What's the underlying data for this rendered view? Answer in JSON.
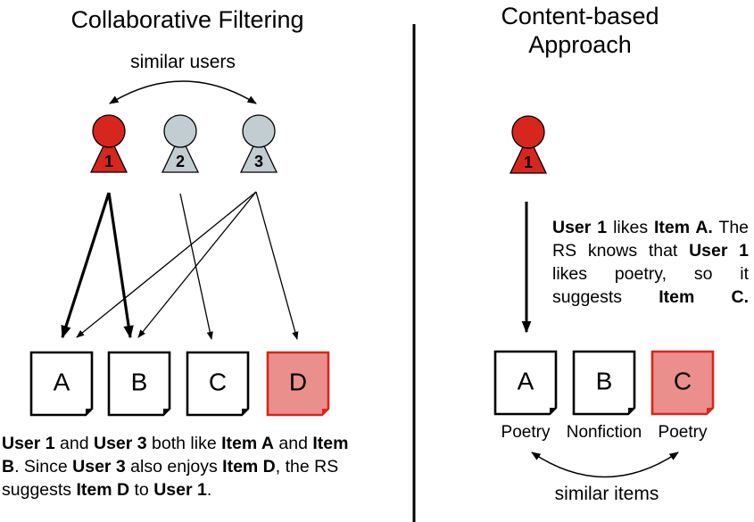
{
  "colors": {
    "highlight_fill": "#D7261E",
    "neutral_fill": "#C2CDD2",
    "recommended_item_fill": "#EB8F8C",
    "recommended_item_border": "#D7261E",
    "line": "#000000"
  },
  "collaborative": {
    "title": "Collaborative Filtering",
    "similarity_label": "similar users",
    "users": [
      {
        "id": "1",
        "label": "1",
        "highlighted": true
      },
      {
        "id": "2",
        "label": "2",
        "highlighted": false
      },
      {
        "id": "3",
        "label": "3",
        "highlighted": false
      }
    ],
    "items": [
      {
        "id": "A",
        "label": "A",
        "recommended": false
      },
      {
        "id": "B",
        "label": "B",
        "recommended": false
      },
      {
        "id": "C",
        "label": "C",
        "recommended": false
      },
      {
        "id": "D",
        "label": "D",
        "recommended": true
      }
    ],
    "links": [
      {
        "from": "1",
        "to": "A",
        "bold": true
      },
      {
        "from": "1",
        "to": "B",
        "bold": true
      },
      {
        "from": "2",
        "to": "C",
        "bold": false
      },
      {
        "from": "3",
        "to": "A",
        "bold": false
      },
      {
        "from": "3",
        "to": "B",
        "bold": false
      },
      {
        "from": "3",
        "to": "D",
        "bold": false
      }
    ],
    "description": [
      {
        "t": "User 1",
        "b": true
      },
      {
        "t": " and ",
        "b": false
      },
      {
        "t": "User 3",
        "b": true
      },
      {
        "t": " both like ",
        "b": false
      },
      {
        "t": "Item A",
        "b": true
      },
      {
        "t": " and ",
        "b": false
      },
      {
        "t": "Item B",
        "b": true
      },
      {
        "t": ". Since ",
        "b": false
      },
      {
        "t": "User 3",
        "b": true
      },
      {
        "t": " also enjoys ",
        "b": false
      },
      {
        "t": "Item D",
        "b": true
      },
      {
        "t": ", the RS suggests ",
        "b": false
      },
      {
        "t": "Item D",
        "b": true
      },
      {
        "t": " to ",
        "b": false
      },
      {
        "t": "User 1",
        "b": true
      },
      {
        "t": ".",
        "b": false
      }
    ]
  },
  "content_based": {
    "title_line1": "Content-based",
    "title_line2": "Approach",
    "user": {
      "id": "1",
      "label": "1",
      "highlighted": true
    },
    "items": [
      {
        "id": "A",
        "label": "A",
        "genre": "Poetry",
        "recommended": false
      },
      {
        "id": "B",
        "label": "B",
        "genre": "Nonfiction",
        "recommended": false
      },
      {
        "id": "C",
        "label": "C",
        "genre": "Poetry",
        "recommended": true
      }
    ],
    "similarity_label": "similar items",
    "description": [
      {
        "t": "User 1",
        "b": true
      },
      {
        "t": " likes ",
        "b": false
      },
      {
        "t": "Item A.",
        "b": true
      },
      {
        "t": " The RS knows that ",
        "b": false
      },
      {
        "t": "User 1",
        "b": true
      },
      {
        "t": " likes poetry, so it suggests ",
        "b": false
      },
      {
        "t": "Item C.",
        "b": true
      }
    ]
  }
}
